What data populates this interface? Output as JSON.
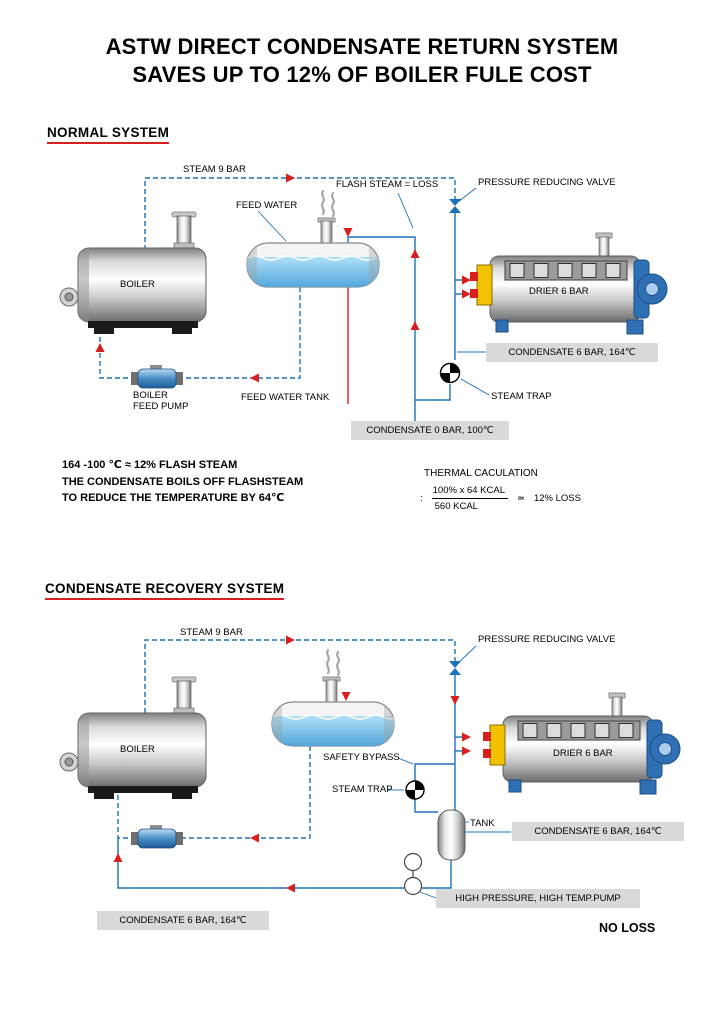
{
  "title": {
    "line1": "ASTW DIRECT CONDENSATE RETURN SYSTEM",
    "line2": "SAVES UP TO 12% OF BOILER FULE COST"
  },
  "colors": {
    "pipe_blue": "#1d71b8",
    "flow_arrow_red": "#d81f1f",
    "label_box_gray": "#d9d9d9",
    "heading_underline_red": "#d81f1f",
    "water_blue": "#53a7dc",
    "drier_end_blue": "#2f6fb4",
    "burner_yellow": "#f2c200"
  },
  "normal_system": {
    "heading": "NORMAL SYSTEM",
    "labels": {
      "steam_main": "STEAM 9 BAR",
      "flash_steam": "FLASH STEAM = LOSS",
      "prv": "PRESSURE REDUCING VALVE",
      "feed_water": "FEED WATER",
      "boiler": "BOILER",
      "drier": "DRIER 6 BAR",
      "condensate_6bar": "CONDENSATE 6 BAR, 164℃",
      "steam_trap": "STEAM TRAP",
      "boiler_feed_pump_line1": "BOILER",
      "boiler_feed_pump_line2": "FEED PUMP",
      "feed_water_tank": "FEED WATER TANK",
      "condensate_0bar": "CONDENSATE 0 BAR, 100℃"
    },
    "notes": [
      "164 -100 ℃ ≈ 12% FLASH STEAM",
      "THE CONDENSATE BOILS OFF FLASHSTEAM",
      "TO REDUCE THE TEMPERATURE BY 64℃"
    ],
    "thermal_calc": {
      "title": "THERMAL CACULATION",
      "colon": ":",
      "numerator": "100% x 64 KCAL",
      "denominator": "560 KCAL",
      "approx": "≃",
      "result": "12% LOSS"
    }
  },
  "recovery_system": {
    "heading": "CONDENSATE RECOVERY SYSTEM",
    "labels": {
      "steam_main": "STEAM 9 BAR",
      "prv": "PRESSURE REDUCING VALVE",
      "boiler": "BOILER",
      "drier": "DRIER 6 BAR",
      "safety_bypass": "SAFETY BYPASS",
      "steam_trap": "STEAM TRAP",
      "tank": "TANK",
      "condensate_6bar_right": "CONDENSATE 6 BAR, 164℃",
      "hp_pump": "HIGH PRESSURE, HIGH TEMP.PUMP",
      "condensate_6bar_left": "CONDENSATE 6 BAR, 164℃",
      "no_loss": "NO LOSS"
    }
  }
}
